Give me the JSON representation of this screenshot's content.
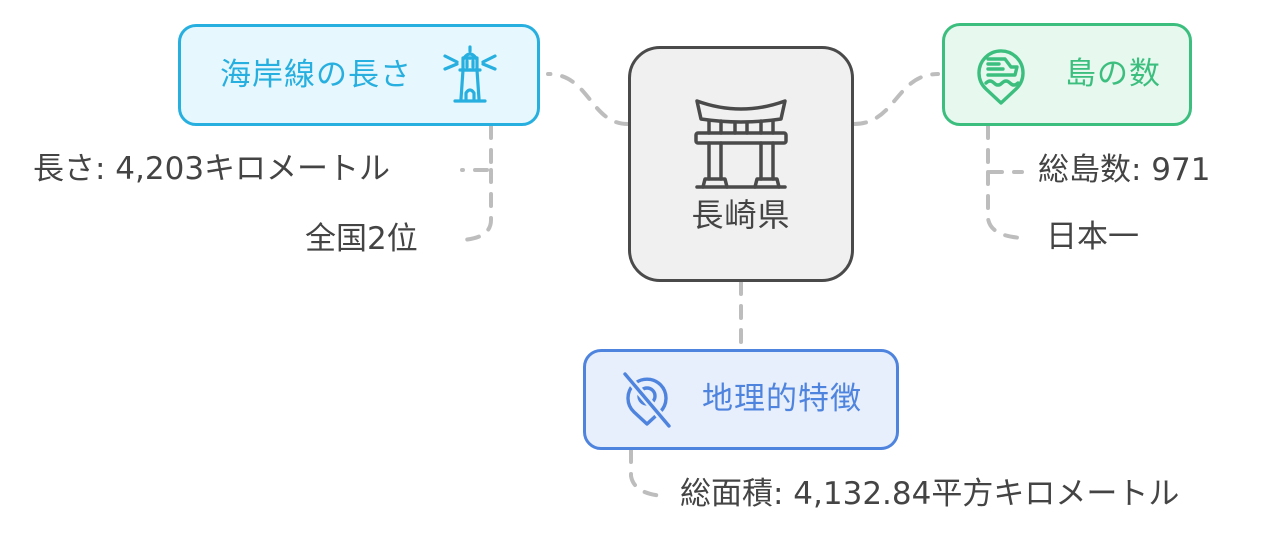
{
  "colors": {
    "coastline_accent": "#27afe0",
    "coastline_fill": "#e6f7fd",
    "islands_accent": "#3cbf7e",
    "islands_fill": "#e7f8ef",
    "geo_accent": "#4f84de",
    "geo_fill": "#e7eefc",
    "center_border": "#4a4a4a",
    "center_fill": "#f0f0f0",
    "connector": "#bdbdbd",
    "leaf_text": "#444444"
  },
  "center": {
    "label": "長崎県",
    "icon": "torii-gate-icon"
  },
  "branches": {
    "coastline": {
      "label": "海岸線の長さ",
      "icon": "lighthouse-icon",
      "leaves": [
        "長さ: 4,203キロメートル",
        "全国2位"
      ]
    },
    "islands": {
      "label": "島の数",
      "icon": "ferry-location-pin-icon",
      "leaves": [
        "総島数: 971",
        "日本一"
      ]
    },
    "geography": {
      "label": "地理的特徴",
      "icon": "location-off-icon",
      "leaves": [
        "総面積: 4,132.84平方キロメートル"
      ]
    }
  }
}
